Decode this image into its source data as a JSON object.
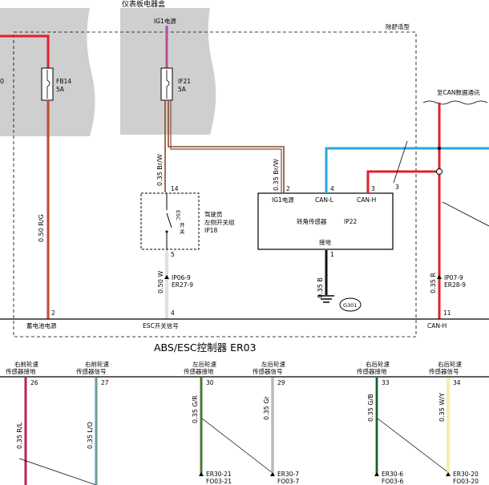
{
  "header": {
    "panel_box_label": "仪表板电器盒",
    "ig1_source": "IG1电源",
    "comfort_type": "除舒适型",
    "can_bus_note": "至CAN数据通讯"
  },
  "fuses": [
    {
      "id": "FB14",
      "rating": "5A"
    },
    {
      "id": "IF21",
      "rating": "5A"
    }
  ],
  "left_partial": {
    "text": "0"
  },
  "wires": {
    "rg": "0.50  R/G",
    "brw_a": "0.35  Br/W",
    "brw_b": "0.35  Br/W",
    "w": "0.50  W",
    "b": "0.35  B",
    "r": "0.35  R"
  },
  "switch_module": {
    "pin_top": "14",
    "pin_bottom": "5",
    "label_line1": "驾驶员",
    "label_line2": "左侧开关组",
    "connector": "IP18",
    "esc_line1": "ESC",
    "esc_line2": "开",
    "esc_line3": "关"
  },
  "connectors": {
    "ip06": "IP06-9",
    "er27": "ER27-9",
    "ip07": "IP07-9",
    "er28": "ER28-9"
  },
  "sensor": {
    "ig1": "IG1电源",
    "can_l": "CAN-L",
    "can_h": "CAN-H",
    "name": "转角传感器",
    "connector": "IP22",
    "ground": "接地",
    "pin_ig1": "2",
    "pin_can_l": "4",
    "pin_can_h": "3",
    "pin_gnd": "1"
  },
  "ground_point": "G301",
  "bottom_pins": {
    "p2": "2",
    "p4": "4",
    "p11": "11"
  },
  "bottom_labels": {
    "battery": "蓄电池电源",
    "esc_signal": "ESC开关信号",
    "can_h": "CAN-H"
  },
  "controller": {
    "title": "ABS/ESC控制器  ER03"
  },
  "sensors": [
    {
      "line1": "右前轮速",
      "line2": "传感器接地",
      "pin": "26",
      "wire": "0.35  R/L",
      "conn1": "",
      "conn2": ""
    },
    {
      "line1": "右前轮速",
      "line2": "传感器信号",
      "pin": "27",
      "wire": "0.35  L/O",
      "conn1": "",
      "conn2": ""
    },
    {
      "line1": "左后轮速",
      "line2": "传感器接地",
      "pin": "30",
      "wire": "0.35  G/R",
      "conn1": "ER30-21",
      "conn2": "FO03-21"
    },
    {
      "line1": "左后轮速",
      "line2": "传感器信号",
      "pin": "29",
      "wire": "0.35  Gr",
      "conn1": "ER30-7",
      "conn2": "FO03-7"
    },
    {
      "line1": "右后轮速",
      "line2": "传感器接地",
      "pin": "33",
      "wire": "0.35  G/B",
      "conn1": "ER30-6",
      "conn2": "FO03-6"
    },
    {
      "line1": "右后轮速",
      "line2": "传感器信号",
      "pin": "34",
      "wire": "0.35  W/Y",
      "conn1": "ER30-20",
      "conn2": "FO03-20"
    }
  ],
  "colors": {
    "red": "#e1202a",
    "brown": "#8a4a2a",
    "blue": "#27a7e1",
    "green": "#27903c",
    "gray": "#b8b8b8",
    "yellow": "#f2e27a",
    "magenta": "#b0509a",
    "panel": "#cfcfcf"
  }
}
